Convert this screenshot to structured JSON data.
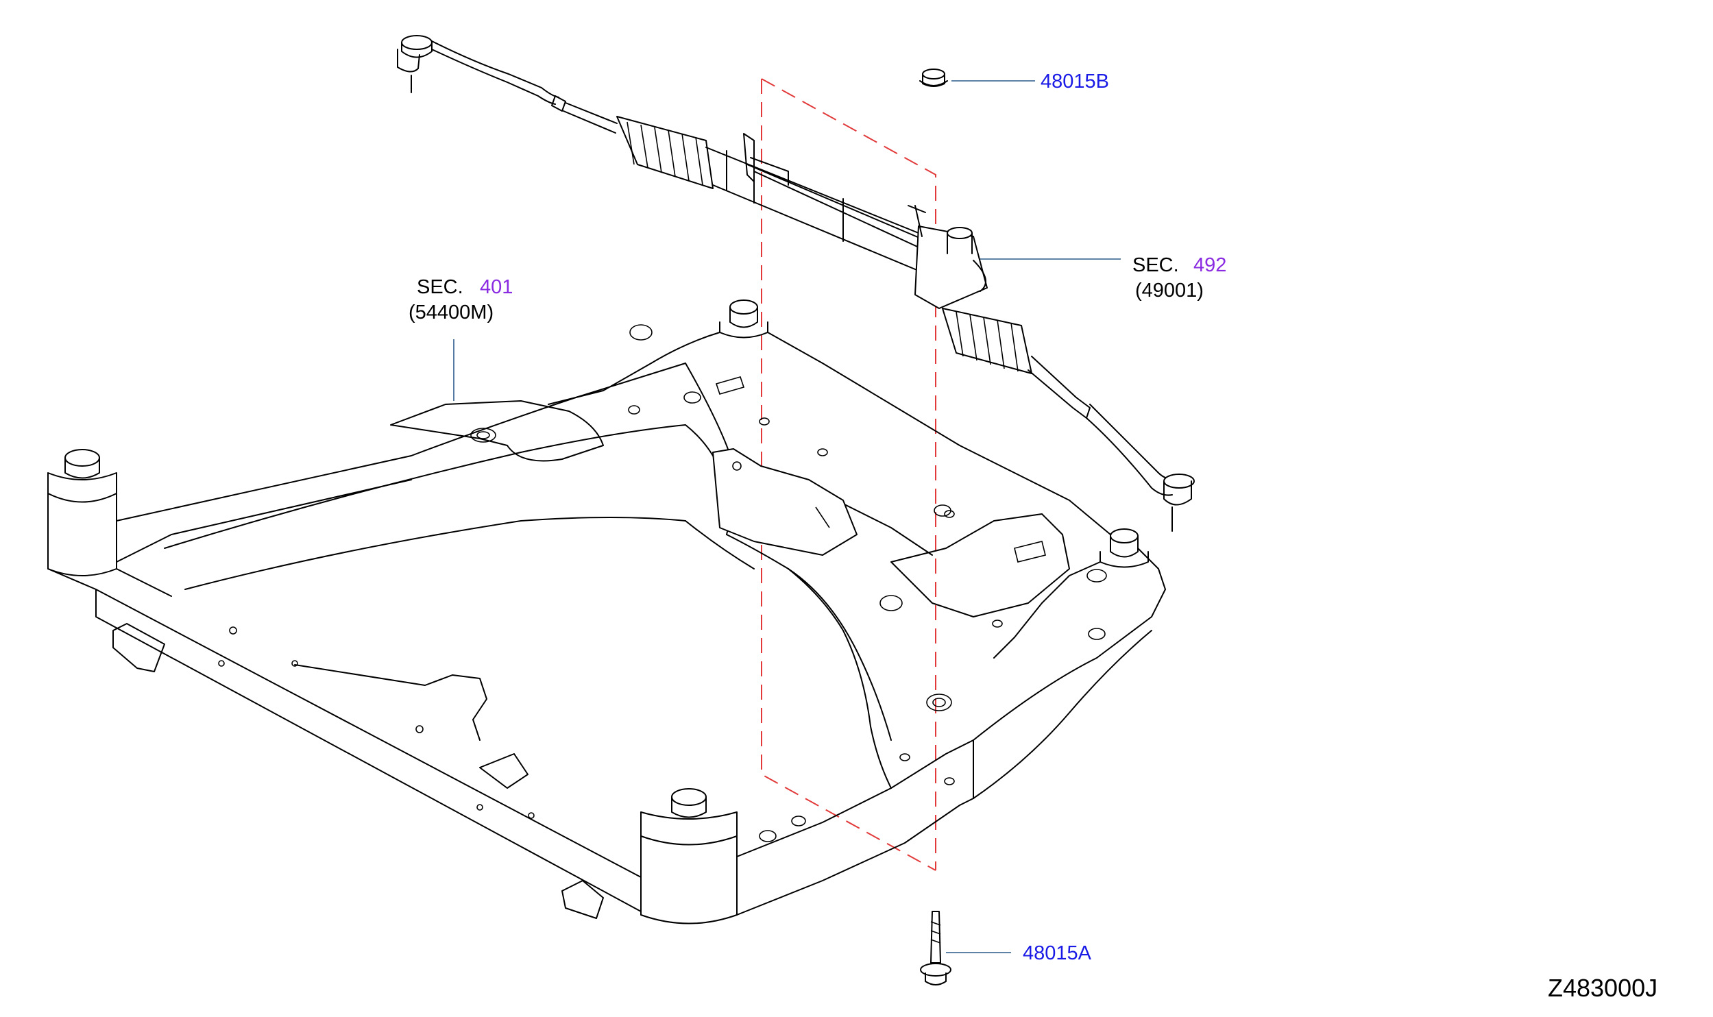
{
  "labels": {
    "sec_left_prefix": "SEC.",
    "sec_left_number": "401",
    "sec_left_part": "(54400M)",
    "sec_right_prefix": "SEC.",
    "sec_right_number": "492",
    "sec_right_part": "(49001)",
    "part_nut": "48015B",
    "part_bolt": "48015A",
    "diagram_id": "Z483000J"
  },
  "colors": {
    "part_number": "#1a1ae6",
    "section_ref": "#8a2be2",
    "dashed_line": "#e23a3a",
    "leader_line": "#2a5a8a"
  }
}
